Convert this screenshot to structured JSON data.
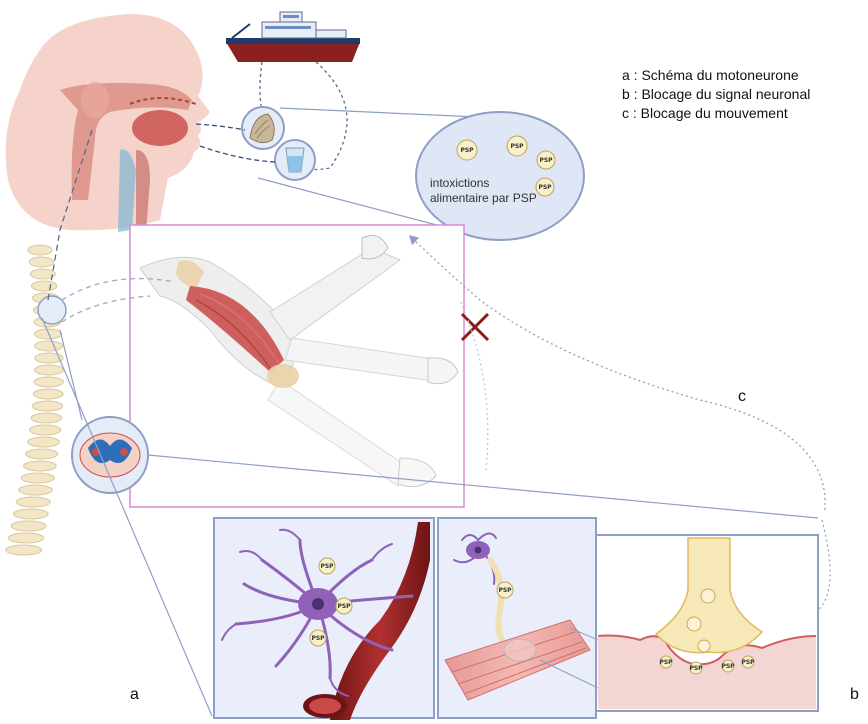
{
  "legend": {
    "a": "a : Schéma du motoneurone",
    "b": "b : Blocage du signal neuronal",
    "c": "c : Blocage du mouvement"
  },
  "panel_labels": {
    "a": "a",
    "b": "b",
    "c": "c"
  },
  "intoxication_text": "intoxictions alimentaire par PSP",
  "psp_tag": "PSP",
  "colors": {
    "skin": "#f2c4b8",
    "muscle": "#c9504c",
    "neuron": "#8f62b8",
    "vessel": "#8b2020",
    "frame": "#8e9fc6",
    "bubble": "#dfe6f6",
    "nerve_terminal": "#f7e8b8",
    "block_mark": "#8b1a1a"
  },
  "icons": [
    "ship-icon",
    "shellfish-icon",
    "water-glass-icon",
    "psp-toxin-icon",
    "block-cross-icon",
    "spinal-cord-section-icon"
  ]
}
